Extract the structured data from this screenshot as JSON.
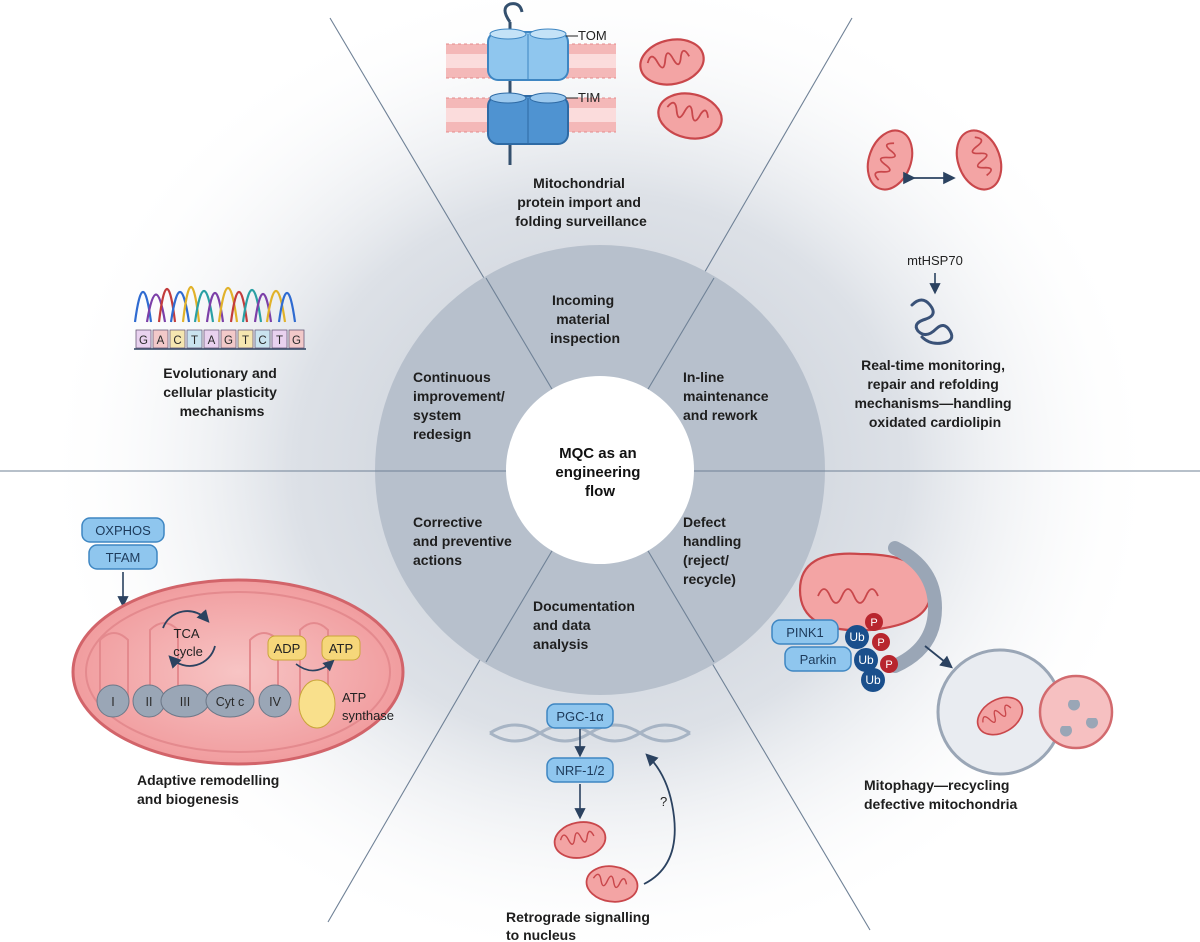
{
  "center": {
    "lines": [
      "MQC as an",
      "engineering",
      "flow"
    ]
  },
  "ring": {
    "incoming": [
      "Incoming",
      "material",
      "inspection"
    ],
    "inline": [
      "In-line",
      "maintenance",
      "and rework"
    ],
    "defect": [
      "Defect",
      "handling",
      "(reject/",
      "recycle)"
    ],
    "documentation": [
      "Documentation",
      "and data",
      "analysis"
    ],
    "corrective": [
      "Corrective",
      "and preventive",
      "actions"
    ],
    "continuous": [
      "Continuous",
      "improvement/",
      "system",
      "redesign"
    ]
  },
  "panels": {
    "import": {
      "caption": [
        "Mitochondrial",
        "protein import and",
        "folding surveillance"
      ],
      "tom": "TOM",
      "tim": "TIM"
    },
    "monitoring": {
      "caption": [
        "Real-time monitoring,",
        "repair and refolding",
        "mechanisms—handling",
        "oxidated cardiolipin"
      ],
      "chaperone": "mtHSP70"
    },
    "mitophagy": {
      "caption": [
        "Mitophagy—recycling",
        "defective mitochondria"
      ],
      "pink1": "PINK1",
      "parkin": "Parkin",
      "ub": "Ub",
      "p": "P"
    },
    "retrograde": {
      "caption": [
        "Retrograde signalling",
        "to nucleus"
      ],
      "pgc": "PGC-1α",
      "nrf": "NRF-1/2",
      "question": "?"
    },
    "remodelling": {
      "caption": [
        "Adaptive remodelling",
        "and biogenesis"
      ],
      "oxphos": "OXPHOS",
      "tfam": "TFAM",
      "tca": [
        "TCA",
        "cycle"
      ],
      "adp": "ADP",
      "atp": "ATP",
      "complexes": [
        "I",
        "II",
        "III",
        "Cyt c",
        "IV"
      ],
      "synthase": [
        "ATP",
        "synthase"
      ]
    },
    "plasticity": {
      "caption": [
        "Evolutionary and",
        "cellular plasticity",
        "mechanisms"
      ],
      "bases": [
        "G",
        "A",
        "C",
        "T",
        "A",
        "G",
        "T",
        "C",
        "T",
        "G"
      ]
    }
  },
  "colors": {
    "background_glow": "#c9cfd8",
    "ring": "#b7c0cc",
    "divider": "#6f8196",
    "mito_fill": "#f3a4a4",
    "mito_stroke": "#c9474b",
    "pill_fill": "#8fc6ee",
    "pill_stroke": "#3e86c2",
    "ub_blue": "#1a4f8c",
    "p_red": "#b8262e",
    "adp_yellow": "#f6d77a"
  }
}
